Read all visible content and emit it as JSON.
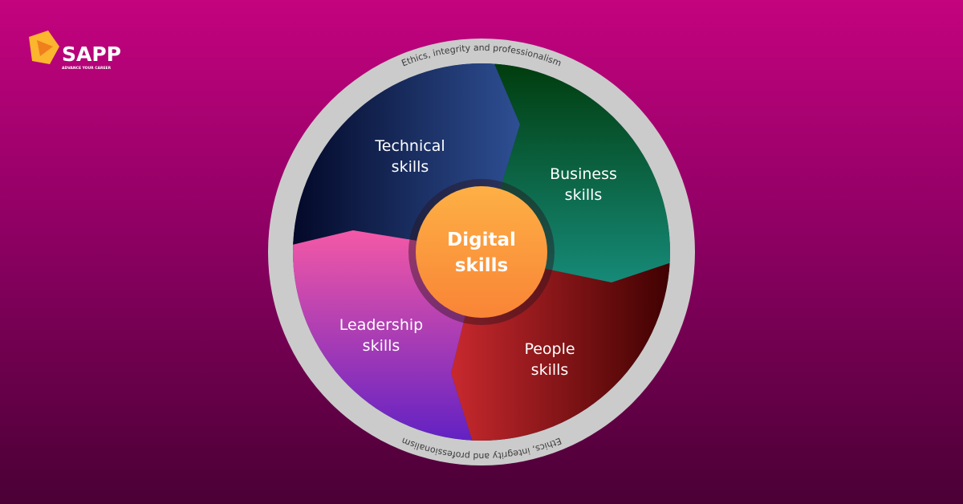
{
  "logo": {
    "name": "SAPP",
    "tagline": "ADVANCE YOUR CAREER"
  },
  "diagram": {
    "center": {
      "line1": "Digital",
      "line2": "skills",
      "color": "#fb9a3c"
    },
    "ring_text_top": "Ethics, integrity and professionalism",
    "ring_text_bottom": "Ethics, integrity and professionalism",
    "segments": [
      {
        "line1": "Technical",
        "line2": "skills",
        "colors": [
          "#020726",
          "#2e4f93"
        ]
      },
      {
        "line1": "Business",
        "line2": "skills",
        "colors": [
          "#003a0a",
          "#168a78"
        ]
      },
      {
        "line1": "People",
        "line2": "skills",
        "colors": [
          "#c8292e",
          "#3d0000"
        ]
      },
      {
        "line1": "Leadership",
        "line2": "skills",
        "colors": [
          "#f459a6",
          "#5c1fc4"
        ]
      }
    ]
  }
}
